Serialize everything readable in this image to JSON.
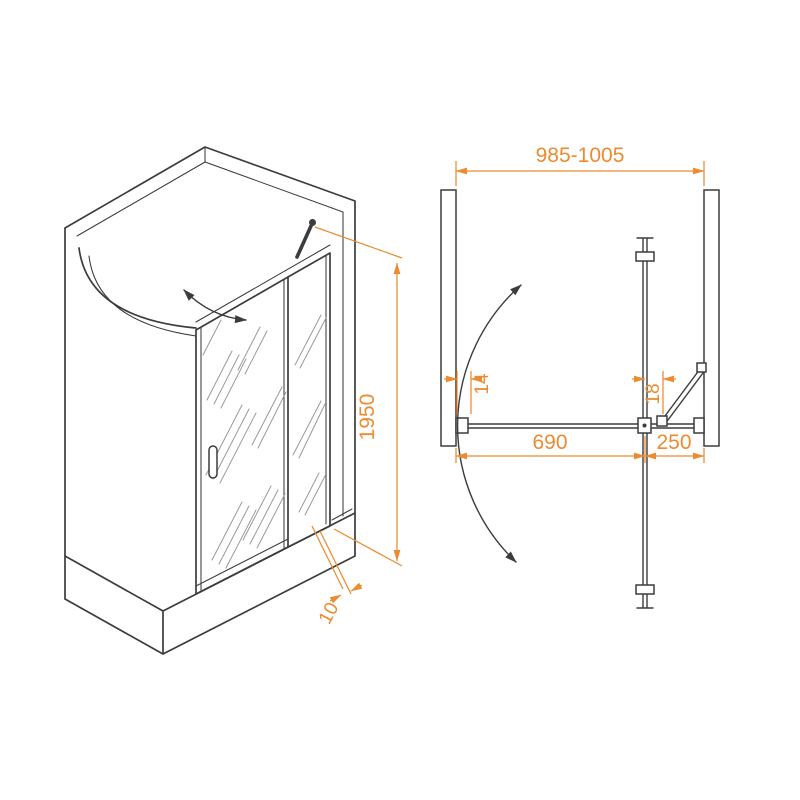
{
  "colors": {
    "dimension_accent": "#ec8b2f",
    "drawing_line": "#3c3c3c",
    "glass_hatch": "#9a9a9a",
    "background": "#ffffff"
  },
  "iso_view": {
    "height_label": "1950",
    "tray_lip_label": "10"
  },
  "plan_view": {
    "opening_width_label": "985-1005",
    "door_width_label": "690",
    "side_panel_label": "250",
    "left_profile_label": "14",
    "pivot_offset_label": "18"
  }
}
